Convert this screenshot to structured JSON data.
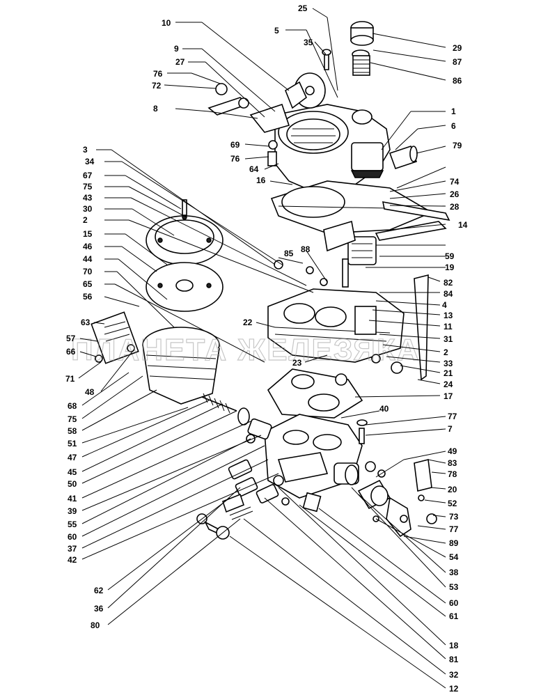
{
  "watermark": "ПЛАНЕТА ЖЕЛЕЗЯКА",
  "labels": [
    {
      "id": "10",
      "t": "10"
    },
    {
      "id": "25",
      "t": "25"
    },
    {
      "id": "5",
      "t": "5"
    },
    {
      "id": "35",
      "t": "35"
    },
    {
      "id": "9",
      "t": "9"
    },
    {
      "id": "27",
      "t": "27"
    },
    {
      "id": "76a",
      "t": "76"
    },
    {
      "id": "72",
      "t": "72"
    },
    {
      "id": "8",
      "t": "8"
    },
    {
      "id": "29",
      "t": "29"
    },
    {
      "id": "87",
      "t": "87"
    },
    {
      "id": "86",
      "t": "86"
    },
    {
      "id": "1",
      "t": "1"
    },
    {
      "id": "6",
      "t": "6"
    },
    {
      "id": "79",
      "t": "79"
    },
    {
      "id": "69",
      "t": "69"
    },
    {
      "id": "76b",
      "t": "76"
    },
    {
      "id": "64",
      "t": "64"
    },
    {
      "id": "16",
      "t": "16"
    },
    {
      "id": "74",
      "t": "74"
    },
    {
      "id": "26",
      "t": "26"
    },
    {
      "id": "28",
      "t": "28"
    },
    {
      "id": "14",
      "t": "14"
    },
    {
      "id": "3",
      "t": "3"
    },
    {
      "id": "34",
      "t": "34"
    },
    {
      "id": "67",
      "t": "67"
    },
    {
      "id": "75a",
      "t": "75"
    },
    {
      "id": "43",
      "t": "43"
    },
    {
      "id": "30",
      "t": "30"
    },
    {
      "id": "2a",
      "t": "2"
    },
    {
      "id": "15",
      "t": "15"
    },
    {
      "id": "46",
      "t": "46"
    },
    {
      "id": "44",
      "t": "44"
    },
    {
      "id": "70",
      "t": "70"
    },
    {
      "id": "65",
      "t": "65"
    },
    {
      "id": "56",
      "t": "56"
    },
    {
      "id": "85",
      "t": "85"
    },
    {
      "id": "88",
      "t": "88"
    },
    {
      "id": "59",
      "t": "59"
    },
    {
      "id": "19",
      "t": "19"
    },
    {
      "id": "82",
      "t": "82"
    },
    {
      "id": "84",
      "t": "84"
    },
    {
      "id": "4",
      "t": "4"
    },
    {
      "id": "13",
      "t": "13"
    },
    {
      "id": "11",
      "t": "11"
    },
    {
      "id": "31",
      "t": "31"
    },
    {
      "id": "2b",
      "t": "2"
    },
    {
      "id": "33",
      "t": "33"
    },
    {
      "id": "21",
      "t": "21"
    },
    {
      "id": "24",
      "t": "24"
    },
    {
      "id": "17",
      "t": "17"
    },
    {
      "id": "22",
      "t": "22"
    },
    {
      "id": "23",
      "t": "23"
    },
    {
      "id": "63",
      "t": "63"
    },
    {
      "id": "57",
      "t": "57"
    },
    {
      "id": "66",
      "t": "66"
    },
    {
      "id": "71",
      "t": "71"
    },
    {
      "id": "48",
      "t": "48"
    },
    {
      "id": "68",
      "t": "68"
    },
    {
      "id": "75b",
      "t": "75"
    },
    {
      "id": "58",
      "t": "58"
    },
    {
      "id": "51",
      "t": "51"
    },
    {
      "id": "47",
      "t": "47"
    },
    {
      "id": "45",
      "t": "45"
    },
    {
      "id": "50",
      "t": "50"
    },
    {
      "id": "41",
      "t": "41"
    },
    {
      "id": "39",
      "t": "39"
    },
    {
      "id": "55",
      "t": "55"
    },
    {
      "id": "60a",
      "t": "60"
    },
    {
      "id": "37",
      "t": "37"
    },
    {
      "id": "42",
      "t": "42"
    },
    {
      "id": "40",
      "t": "40"
    },
    {
      "id": "77a",
      "t": "77"
    },
    {
      "id": "7",
      "t": "7"
    },
    {
      "id": "49",
      "t": "49"
    },
    {
      "id": "83",
      "t": "83"
    },
    {
      "id": "78",
      "t": "78"
    },
    {
      "id": "20",
      "t": "20"
    },
    {
      "id": "52",
      "t": "52"
    },
    {
      "id": "73",
      "t": "73"
    },
    {
      "id": "77b",
      "t": "77"
    },
    {
      "id": "89",
      "t": "89"
    },
    {
      "id": "54",
      "t": "54"
    },
    {
      "id": "38",
      "t": "38"
    },
    {
      "id": "53",
      "t": "53"
    },
    {
      "id": "60b",
      "t": "60"
    },
    {
      "id": "61",
      "t": "61"
    },
    {
      "id": "62",
      "t": "62"
    },
    {
      "id": "36",
      "t": "36"
    },
    {
      "id": "80",
      "t": "80"
    },
    {
      "id": "18",
      "t": "18"
    },
    {
      "id": "81",
      "t": "81"
    },
    {
      "id": "32",
      "t": "32"
    },
    {
      "id": "12",
      "t": "12"
    }
  ]
}
